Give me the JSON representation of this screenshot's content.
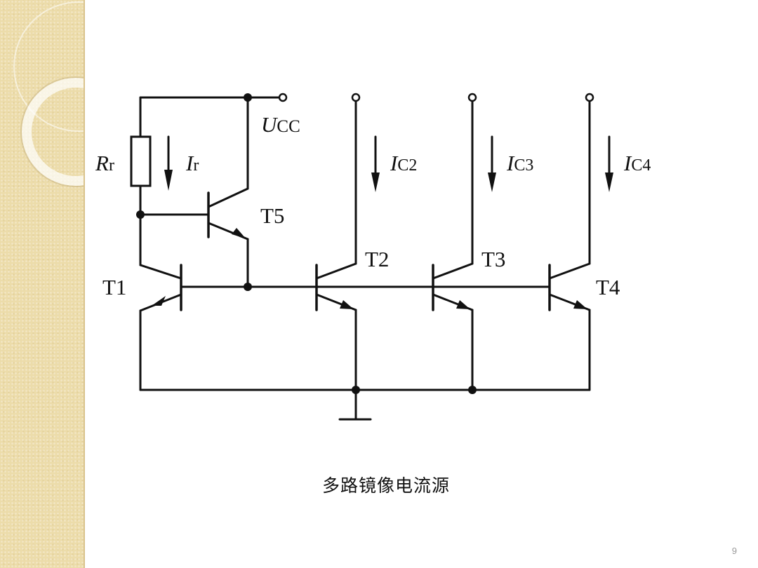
{
  "diagram": {
    "supply": {
      "symbol": "U",
      "subscript": "CC"
    },
    "resistor": {
      "symbol": "R",
      "subscript": "r"
    },
    "currents": [
      {
        "symbol": "I",
        "subscript": "r"
      },
      {
        "symbol": "I",
        "subscript": "C2"
      },
      {
        "symbol": "I",
        "subscript": "C3"
      },
      {
        "symbol": "I",
        "subscript": "C4"
      }
    ],
    "transistors": [
      "T1",
      "T2",
      "T3",
      "T4",
      "T5"
    ]
  },
  "caption": "多路镜像电流源",
  "page_number": "9",
  "colors": {
    "sidebar": "#ecdcaa",
    "line": "#111111"
  }
}
